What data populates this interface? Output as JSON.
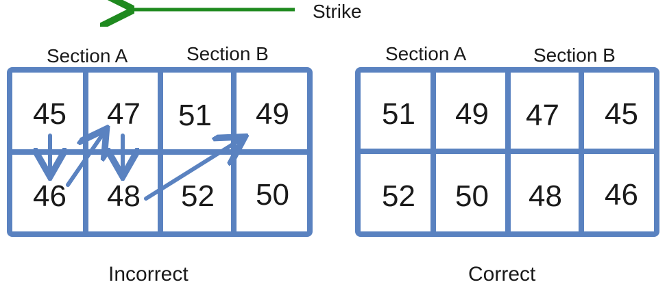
{
  "strike": {
    "label": "Strike",
    "arrow_color": "#1f8a1f"
  },
  "colors": {
    "grid": "#5a82c0",
    "path_arrow": "#5a82c0",
    "text": "#1a1a1a"
  },
  "incorrect": {
    "caption": "Incorrect",
    "section_a": "Section A",
    "section_b": "Section B",
    "top_row": [
      "45",
      "47",
      "51",
      "49"
    ],
    "bottom_row": [
      "46",
      "48",
      "52",
      "50"
    ]
  },
  "correct": {
    "caption": "Correct",
    "section_a": "Section A",
    "section_b": "Section B",
    "top_row": [
      "51",
      "49",
      "47",
      "45"
    ],
    "bottom_row": [
      "52",
      "50",
      "48",
      "46"
    ]
  }
}
